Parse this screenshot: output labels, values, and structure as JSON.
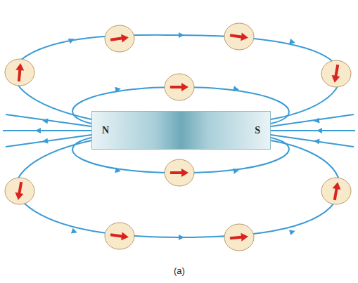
{
  "diagram": {
    "nodes": [
      {
        "text": [
          "N",
          "S"
        ]
      }
    ],
    "labels": [
      "(a)"
    ]
  }
}
